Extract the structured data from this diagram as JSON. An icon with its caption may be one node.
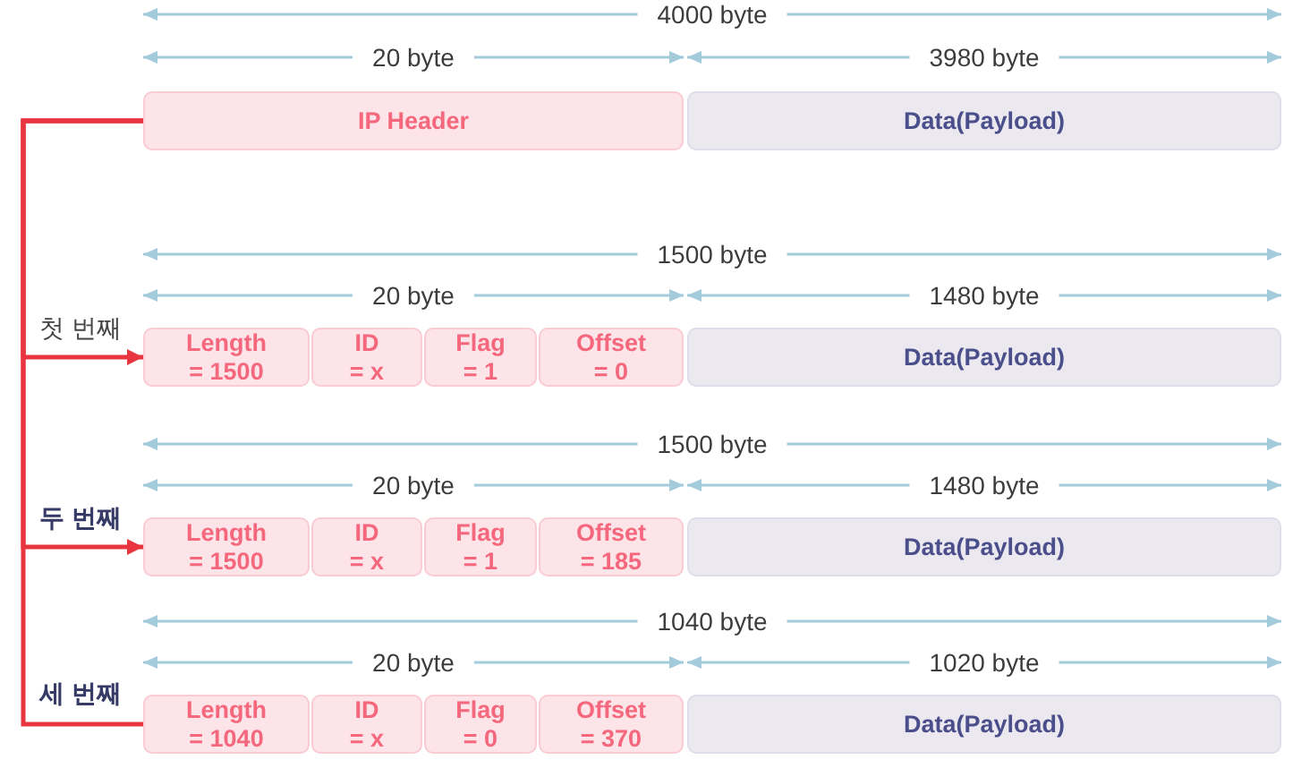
{
  "diagram": {
    "nodes": [
      {
        "text": [
          "IP Header"
        ]
      },
      {
        "text": [
          "Data(Payload)"
        ]
      },
      {
        "text": [
          "Length = 1500"
        ]
      },
      {
        "text": [
          "ID = x"
        ]
      },
      {
        "text": [
          "Flag = 1"
        ]
      },
      {
        "text": [
          "Offset = 0"
        ]
      },
      {
        "text": [
          "Data(Payload)"
        ]
      },
      {
        "text": [
          "Length = 1500"
        ]
      },
      {
        "text": [
          "ID = x"
        ]
      },
      {
        "text": [
          "Flag = 1"
        ]
      },
      {
        "text": [
          "Offset = 185"
        ]
      },
      {
        "text": [
          "Data(Payload)"
        ]
      },
      {
        "text": [
          "Length = 1040"
        ]
      },
      {
        "text": [
          "ID = x"
        ]
      },
      {
        "text": [
          "Flag = 0"
        ]
      },
      {
        "text": [
          "Offset = 370"
        ]
      },
      {
        "text": [
          "Data(Payload)"
        ]
      }
    ],
    "edges": [
      {
        "from": 0,
        "to": 2,
        "arrow": "to"
      },
      {
        "from": 0,
        "to": 7,
        "arrow": "to"
      },
      {
        "from": 0,
        "to": 12,
        "arrow": "none"
      }
    ],
    "labels": [
      "4000 byte",
      "20 byte",
      "3980 byte",
      "1500 byte",
      "20 byte",
      "1480 byte",
      "첫 번째",
      "1500 byte",
      "20 byte",
      "1480 byte",
      "두 번째",
      "1040 byte",
      "20 byte",
      "1020 byte",
      "세 번째"
    ]
  }
}
